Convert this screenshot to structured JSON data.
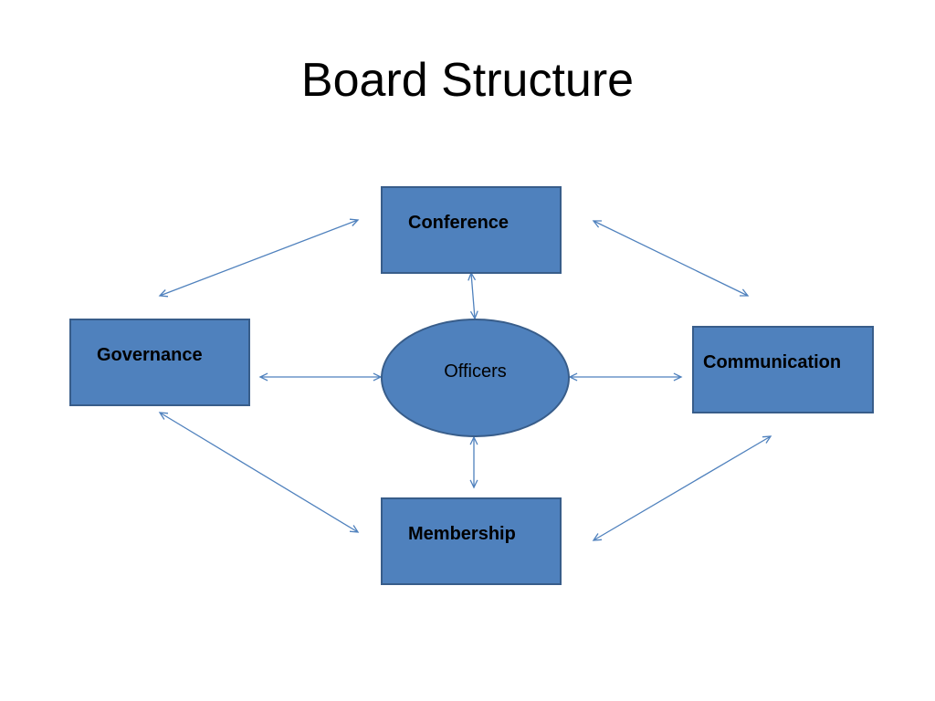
{
  "slide": {
    "title": "Board Structure"
  },
  "nodes": {
    "conference": "Conference",
    "governance": "Governance",
    "officers": "Officers",
    "communication": "Communication",
    "membership": "Membership"
  },
  "colors": {
    "box_fill": "#4f81bd",
    "box_border": "#385d8a",
    "connector": "#4f81bd"
  },
  "connections": [
    {
      "from": "governance",
      "to": "conference",
      "direction": "both"
    },
    {
      "from": "conference",
      "to": "communication",
      "direction": "both"
    },
    {
      "from": "governance",
      "to": "membership",
      "direction": "both"
    },
    {
      "from": "membership",
      "to": "communication",
      "direction": "both"
    },
    {
      "from": "conference",
      "to": "officers",
      "direction": "both"
    },
    {
      "from": "officers",
      "to": "membership",
      "direction": "both"
    },
    {
      "from": "governance",
      "to": "officers",
      "direction": "both"
    },
    {
      "from": "officers",
      "to": "communication",
      "direction": "both"
    }
  ]
}
